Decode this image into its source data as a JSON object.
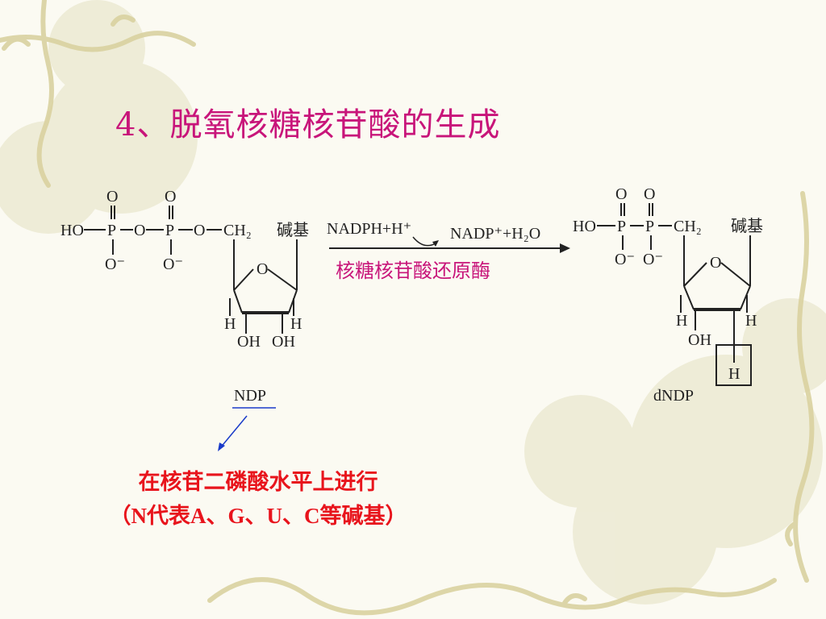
{
  "title": "4、脱氧核糖核苷酸的生成",
  "reactant": {
    "groups": [
      "HO",
      "P",
      "O",
      "P",
      "O",
      "CH₂",
      "碱基"
    ],
    "oxygen_top": [
      "O",
      "O"
    ],
    "oxygen_bottom": [
      "O⁻",
      "O⁻"
    ],
    "ring_o": "O",
    "hydrogens": [
      "H",
      "H"
    ],
    "hydroxyls": [
      "OH",
      "OH"
    ],
    "name": "NDP"
  },
  "reaction": {
    "cofactor_in": "NADPH+H⁺",
    "cofactor_out": "NADP⁺+H₂O",
    "enzyme": "核糖核苷酸还原酶"
  },
  "product": {
    "groups": [
      "HO",
      "P",
      "P",
      "CH₂",
      "碱基"
    ],
    "oxygen_top": [
      "O",
      "O"
    ],
    "oxygen_bottom": [
      "O⁻",
      "O⁻"
    ],
    "ring_o": "O",
    "hydrogens": [
      "H",
      "H"
    ],
    "hydroxyl": "OH",
    "boxed_h": "H",
    "name": "dNDP"
  },
  "note": {
    "line1": "在核苷二磷酸水平上进行",
    "line2": "（N代表A、G、U、C等碱基）"
  }
}
